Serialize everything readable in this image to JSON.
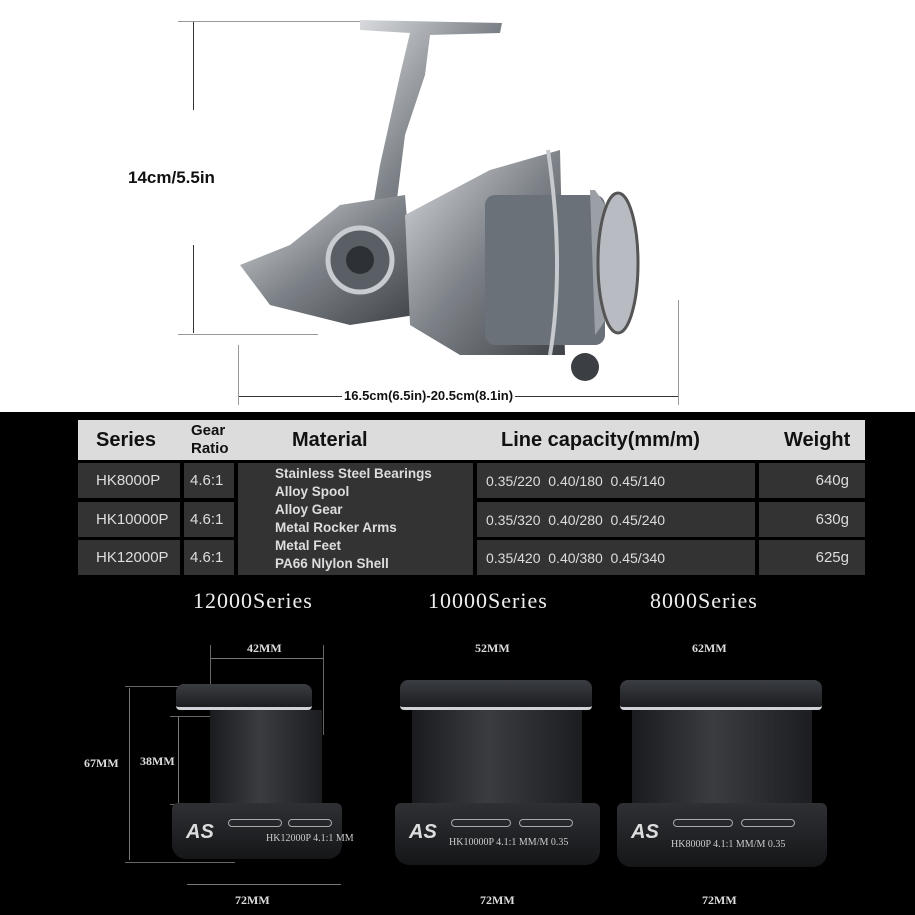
{
  "dimensions": {
    "height_label": "14cm/5.5in",
    "length_label": "16.5cm(6.5in)-20.5cm(8.1in)"
  },
  "table": {
    "headers": {
      "series": "Series",
      "gear_ratio_1": "Gear",
      "gear_ratio_2": "Ratio",
      "material": "Material",
      "line_capacity": "Line capacity(mm/m)",
      "weight": "Weight"
    },
    "rows": [
      {
        "series": "HK8000P",
        "gear_ratio": "4.6:1",
        "line_capacity": "0.35/220  0.40/180  0.45/140",
        "weight": "640g"
      },
      {
        "series": "HK10000P",
        "gear_ratio": "4.6:1",
        "line_capacity": "0.35/320  0.40/280  0.45/240",
        "weight": "630g"
      },
      {
        "series": "HK12000P",
        "gear_ratio": "4.6:1",
        "line_capacity": "0.35/420  0.40/380  0.45/340",
        "weight": "625g"
      }
    ],
    "materials": [
      "Stainless Steel Bearings",
      "Alloy Spool",
      "Alloy Gear",
      "Metal Rocker Arms",
      "Metal Feet",
      "PA66 Nlylon Shell"
    ]
  },
  "spools": [
    {
      "title": "12000Series",
      "top_width": "42MM",
      "base_width": "72MM",
      "engraving": "HK12000P  4.1:1  MM",
      "total_height": "67MM",
      "barrel_height": "38MM"
    },
    {
      "title": "10000Series",
      "top_width": "52MM",
      "base_width": "72MM",
      "engraving": "HK10000P  4.1:1  MM/M 0.35"
    },
    {
      "title": "8000Series",
      "top_width": "62MM",
      "base_width": "72MM",
      "engraving": "HK8000P  4.1:1  MM/M 0.35"
    }
  ],
  "logo_text": "AS"
}
